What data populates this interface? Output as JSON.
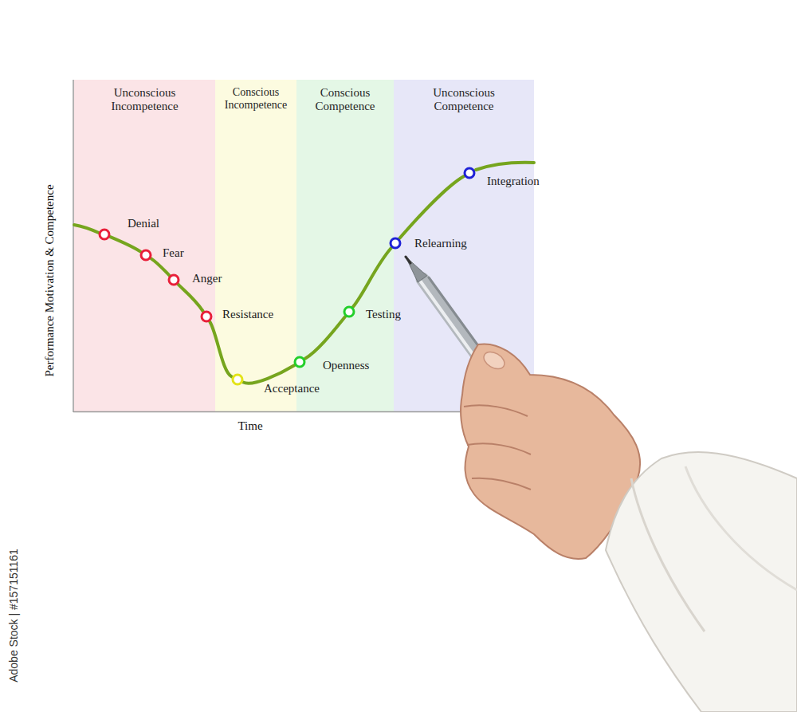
{
  "diagram": {
    "nodes": [
      {
        "text": [
          "Unconscious Incompetence"
        ]
      },
      {
        "text": [
          "Denial"
        ],
        "in": 0
      },
      {
        "text": [
          "Fear"
        ],
        "in": 0
      },
      {
        "text": [
          "Anger"
        ],
        "in": 0
      },
      {
        "text": [
          "Resistance"
        ],
        "in": 0
      },
      {
        "text": [
          "Conscious Incompetence"
        ]
      },
      {
        "text": [
          "Acceptance"
        ],
        "in": 5
      },
      {
        "text": [
          "Conscious Competence"
        ]
      },
      {
        "text": [
          "Openness"
        ],
        "in": 7
      },
      {
        "text": [
          "Testing"
        ],
        "in": 7
      },
      {
        "text": [
          "Unconscious Competence"
        ]
      },
      {
        "text": [
          "Relearning"
        ],
        "in": 10
      },
      {
        "text": [
          "Integration"
        ],
        "in": 10
      }
    ],
    "edges": [
      {
        "from": 1,
        "to": 2,
        "arrow": "none"
      },
      {
        "from": 2,
        "to": 3,
        "arrow": "none"
      },
      {
        "from": 3,
        "to": 4,
        "arrow": "none"
      },
      {
        "from": 4,
        "to": 6,
        "arrow": "none"
      },
      {
        "from": 6,
        "to": 8,
        "arrow": "none"
      },
      {
        "from": 8,
        "to": 9,
        "arrow": "none"
      },
      {
        "from": 9,
        "to": 11,
        "arrow": "none"
      },
      {
        "from": 11,
        "to": 12,
        "arrow": "none"
      }
    ],
    "labels": [
      "Performance Motivation & Competence",
      "Time",
      "Adobe Stock | #157151161"
    ]
  }
}
